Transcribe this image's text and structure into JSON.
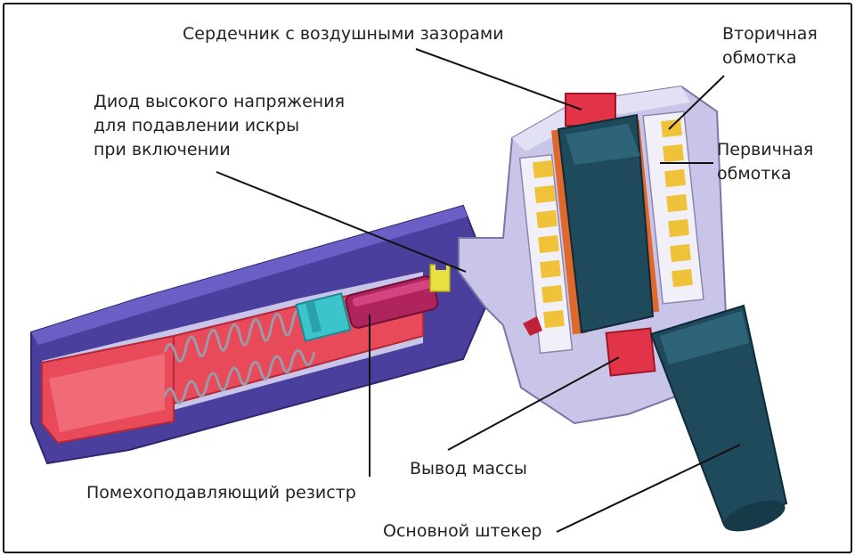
{
  "labels": {
    "core_gaps": "Сердечник с воздушными зазорами",
    "secondary": [
      "Вторичная",
      "обмотка"
    ],
    "primary": [
      "Первичная",
      "обмотка"
    ],
    "diode": [
      "Диод высокого напряжения",
      "для подавлении искры",
      "при включении"
    ],
    "ground": "Вывод массы",
    "resistor": "Помехоподавляющий резистр",
    "connector": "Основной штекер"
  }
}
